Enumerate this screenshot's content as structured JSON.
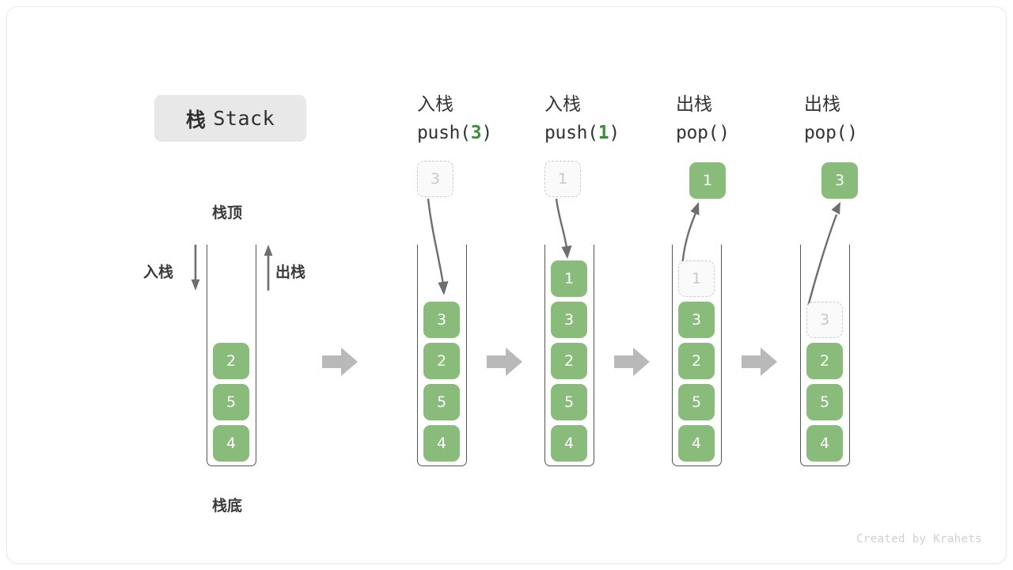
{
  "canvas": {
    "title_badge": {
      "cjk": "栈",
      "latin": "Stack"
    },
    "credit": "Created by Krahets"
  },
  "colors": {
    "cell_fill": "#89bb7b",
    "cell_text": "#ffffff",
    "ghost_fill": "#fafafa",
    "ghost_border": "#cccccc",
    "ghost_text": "#c9c9c9",
    "container_stroke": "#555555",
    "step_arrow": "#b9b9b9",
    "thin_arrow": "#6e6e6e",
    "accent_green": "#3c8c3c",
    "badge_bg": "#e8e8e8",
    "label_text": "#3a3a3a"
  },
  "initial_stack": {
    "top_label": "栈顶",
    "bottom_label": "栈底",
    "push_label": "入栈",
    "pop_label": "出栈",
    "cells": [
      "2",
      "5",
      "4"
    ]
  },
  "steps": [
    {
      "id": "push-3",
      "op_label": "入栈",
      "fn_prefix": "push(",
      "fn_arg": "3",
      "fn_suffix": ")",
      "incoming": {
        "value": "3",
        "style": "ghost"
      },
      "arrow_direction": "down",
      "cells": [
        "3",
        "2",
        "5",
        "4"
      ],
      "ghost_index": -1
    },
    {
      "id": "push-1",
      "op_label": "入栈",
      "fn_prefix": "push(",
      "fn_arg": "1",
      "fn_suffix": ")",
      "incoming": {
        "value": "1",
        "style": "ghost"
      },
      "arrow_direction": "down",
      "cells": [
        "1",
        "3",
        "2",
        "5",
        "4"
      ],
      "ghost_index": -1
    },
    {
      "id": "pop-1",
      "op_label": "出栈",
      "fn_prefix": "pop(",
      "fn_arg": "",
      "fn_suffix": ")",
      "incoming": {
        "value": "1",
        "style": "filled"
      },
      "arrow_direction": "up",
      "cells": [
        "1",
        "3",
        "2",
        "5",
        "4"
      ],
      "ghost_index": 0
    },
    {
      "id": "pop-3",
      "op_label": "出栈",
      "fn_prefix": "pop(",
      "fn_arg": "",
      "fn_suffix": ")",
      "incoming": {
        "value": "3",
        "style": "filled"
      },
      "arrow_direction": "up",
      "cells": [
        "3",
        "2",
        "5",
        "4"
      ],
      "ghost_index": 0
    }
  ],
  "step_arrows": [
    "→",
    "→",
    "→",
    "→"
  ]
}
